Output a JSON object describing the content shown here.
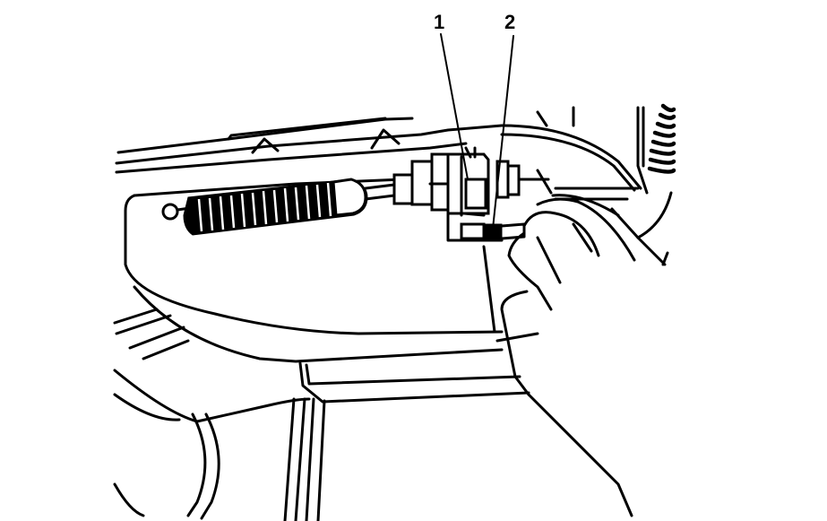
{
  "figure": {
    "type": "technical-line-drawing",
    "description": "Cable assembly with bellows boot mounted on bracket; hand disconnecting electrical connector",
    "colors": {
      "line": "#000000",
      "background": "#ffffff"
    },
    "callouts": [
      {
        "id": "1",
        "label": "1",
        "target": "cable-bracket-clip"
      },
      {
        "id": "2",
        "label": "2",
        "target": "electrical-connector"
      }
    ]
  }
}
